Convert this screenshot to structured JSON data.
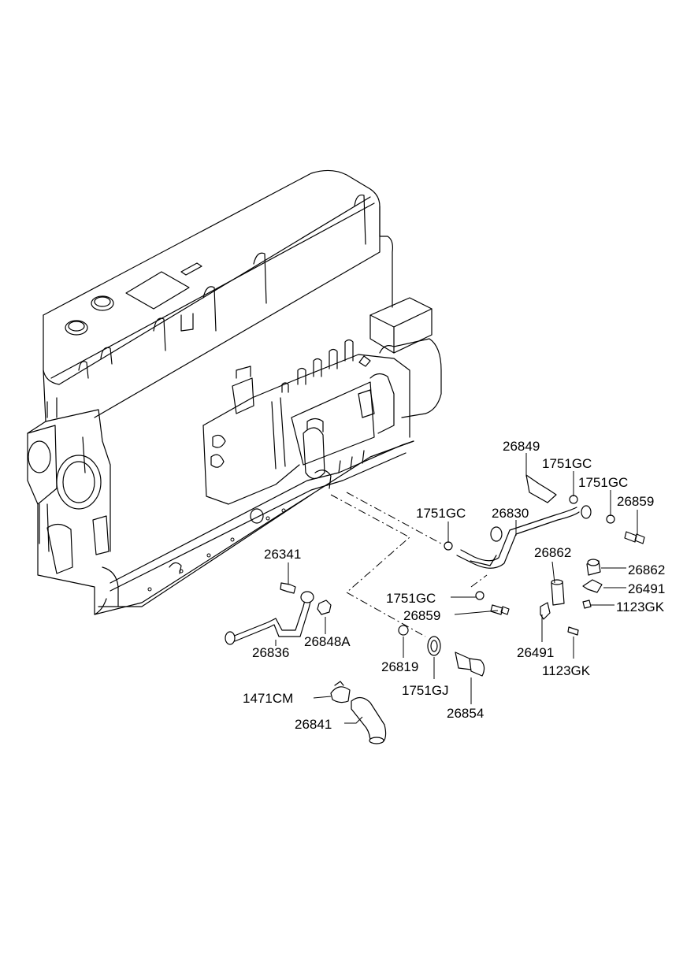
{
  "labels": {
    "p26849": "26849",
    "p1751gc_a": "1751GC",
    "p1751gc_b": "1751GC",
    "p1751gc_c": "1751GC",
    "p26830": "26830",
    "p26859_a": "26859",
    "p26862_a": "26862",
    "p26862_b": "26862",
    "p26491_a": "26491",
    "p1123gk_a": "1123GK",
    "p26341": "26341",
    "p1751gc_d": "1751GC",
    "p26859_b": "26859",
    "p26491_b": "26491",
    "p1123gk_b": "1123GK",
    "p26836": "26836",
    "p26848a": "26848A",
    "p26819": "26819",
    "p1751gj": "1751GJ",
    "p26854": "26854",
    "p1471cm": "1471CM",
    "p26841": "26841"
  }
}
